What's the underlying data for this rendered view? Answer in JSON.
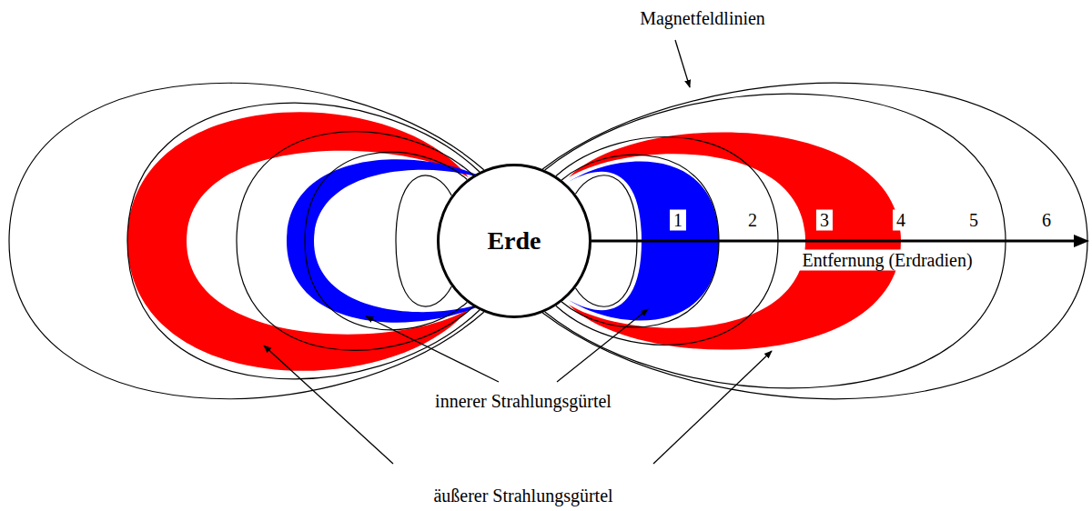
{
  "diagram": {
    "nodes": [
      {
        "text": [
          "Erde"
        ]
      }
    ],
    "labels": [
      "Magnetfeldlinien",
      "1",
      "2",
      "3",
      "4",
      "5",
      "6",
      "Entfernung (Erdradien)",
      "innerer Strahlungsgürtel",
      "äußerer Strahlungsgürtel"
    ]
  }
}
